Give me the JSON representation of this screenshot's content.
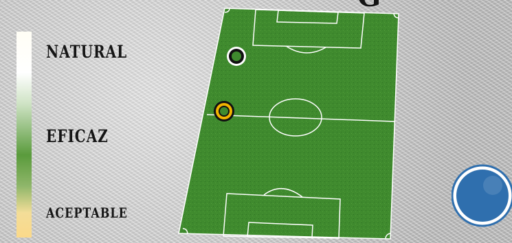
{
  "title_fragment": "G",
  "scale": {
    "labels": [
      "NATURAL",
      "EFICAZ",
      "ACEPTABLE"
    ]
  },
  "colors": {
    "field": "#3f8a2e",
    "field_lines": "#ffffff",
    "marker_white": "#ffffff",
    "marker_yellow": "#f2b400",
    "button": "#2f6fae"
  },
  "icons": {
    "player_marker_1": "ring-marker-white",
    "player_marker_2": "ring-marker-yellow",
    "nav_button": "blue-circle"
  }
}
